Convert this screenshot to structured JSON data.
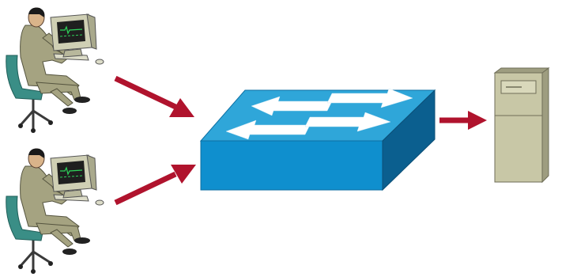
{
  "diagram": {
    "nodes": [
      {
        "id": "workstation-1",
        "kind": "user-at-workstation"
      },
      {
        "id": "workstation-2",
        "kind": "user-at-workstation"
      },
      {
        "id": "switch",
        "kind": "network-switch"
      },
      {
        "id": "server",
        "kind": "tower-server"
      }
    ],
    "connections": [
      {
        "from": "workstation-1",
        "to": "switch"
      },
      {
        "from": "workstation-2",
        "to": "switch"
      },
      {
        "from": "switch",
        "to": "server"
      }
    ]
  },
  "colors": {
    "arrow": "#b0132d",
    "switch_top": "#2fa6d9",
    "switch_front": "#0f8fce",
    "switch_side": "#0b5f8f",
    "server_body": "#c8c7a6",
    "server_shadow": "#9e9d80",
    "person_suit": "#a5a381",
    "chair": "#3a8e86",
    "monitor_screen": "#1f1f1f",
    "monitor_trace": "#2fd35a"
  }
}
